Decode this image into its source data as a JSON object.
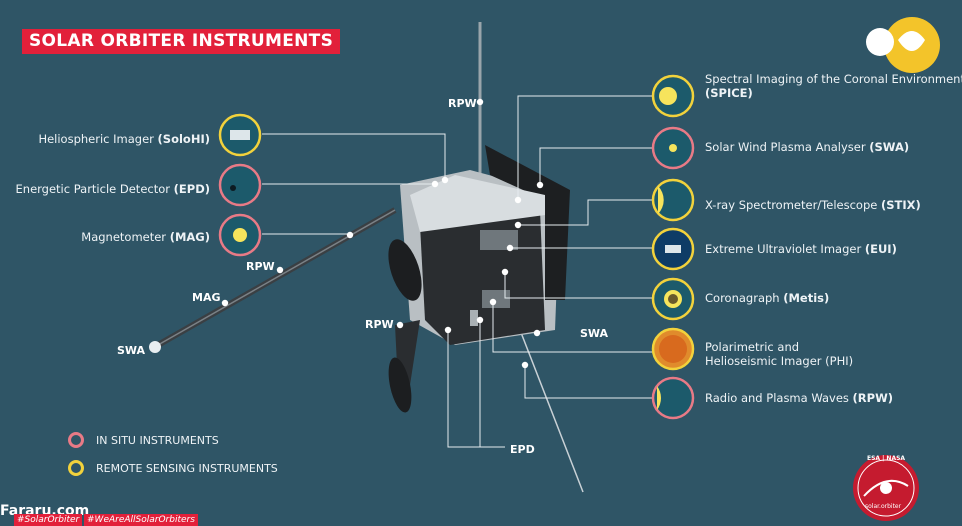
{
  "title": "SOLAR ORBITER INSTRUMENTS",
  "left_instruments": [
    {
      "name": "Heliospheric Imager",
      "abbr": "(SoloHI)",
      "icon": "camera-icon",
      "ring": "remote"
    },
    {
      "name": "Energetic Particle Detector",
      "abbr": "(EPD)",
      "icon": "particle-icon",
      "ring": "insitu"
    },
    {
      "name": "Magnetometer",
      "abbr": "(MAG)",
      "icon": "magnet-field-icon",
      "ring": "insitu"
    }
  ],
  "right_instruments": [
    {
      "line1": "Spectral Imaging of the Coronal Environment",
      "line2": "(SPICE)",
      "icon": "sun-spectrum-icon",
      "ring": "remote"
    },
    {
      "line1": "Solar Wind Plasma Analyser",
      "abbr": "(SWA)",
      "icon": "solar-wind-icon",
      "ring": "insitu"
    },
    {
      "line1": "X-ray Spectrometer/Telescope",
      "abbr": "(STIX)",
      "icon": "xray-icon",
      "ring": "remote"
    },
    {
      "line1": "Extreme Ultraviolet Imager",
      "abbr": "(EUI)",
      "icon": "euv-camera-icon",
      "ring": "remote"
    },
    {
      "line1": "Coronagraph",
      "abbr": "(Metis)",
      "icon": "coronagraph-icon",
      "ring": "remote"
    },
    {
      "line1": "Polarimetric and",
      "line2": "Helioseismic Imager (PHI)",
      "icon": "sun-surface-icon",
      "ring": "remote"
    },
    {
      "line1": "Radio and Plasma Waves",
      "abbr": "(RPW)",
      "icon": "radio-waves-icon",
      "ring": "insitu"
    }
  ],
  "spacecraft_labels": {
    "rpw_top": "RPW",
    "rpw_left": "RPW",
    "mag": "MAG",
    "swa_left": "SWA",
    "rpw_lower": "RPW",
    "swa_right": "SWA",
    "epd": "EPD"
  },
  "legend": [
    {
      "label": "IN SITU INSTRUMENTS",
      "color": "#e87a86"
    },
    {
      "label": "REMOTE SENSING INSTRUMENTS",
      "color": "#f2d23c"
    }
  ],
  "hashtags": [
    "#SolarOrbiter",
    "#WeAreAllSolarOrbiters"
  ],
  "watermark": "Fararu.com",
  "badge_text": {
    "top": "ESA | NASA",
    "bottom": "solar.orbiter"
  },
  "colors": {
    "background": "#2f5566",
    "accent": "#e2203a",
    "insitu": "#e87a86",
    "remote": "#f2d23c"
  }
}
